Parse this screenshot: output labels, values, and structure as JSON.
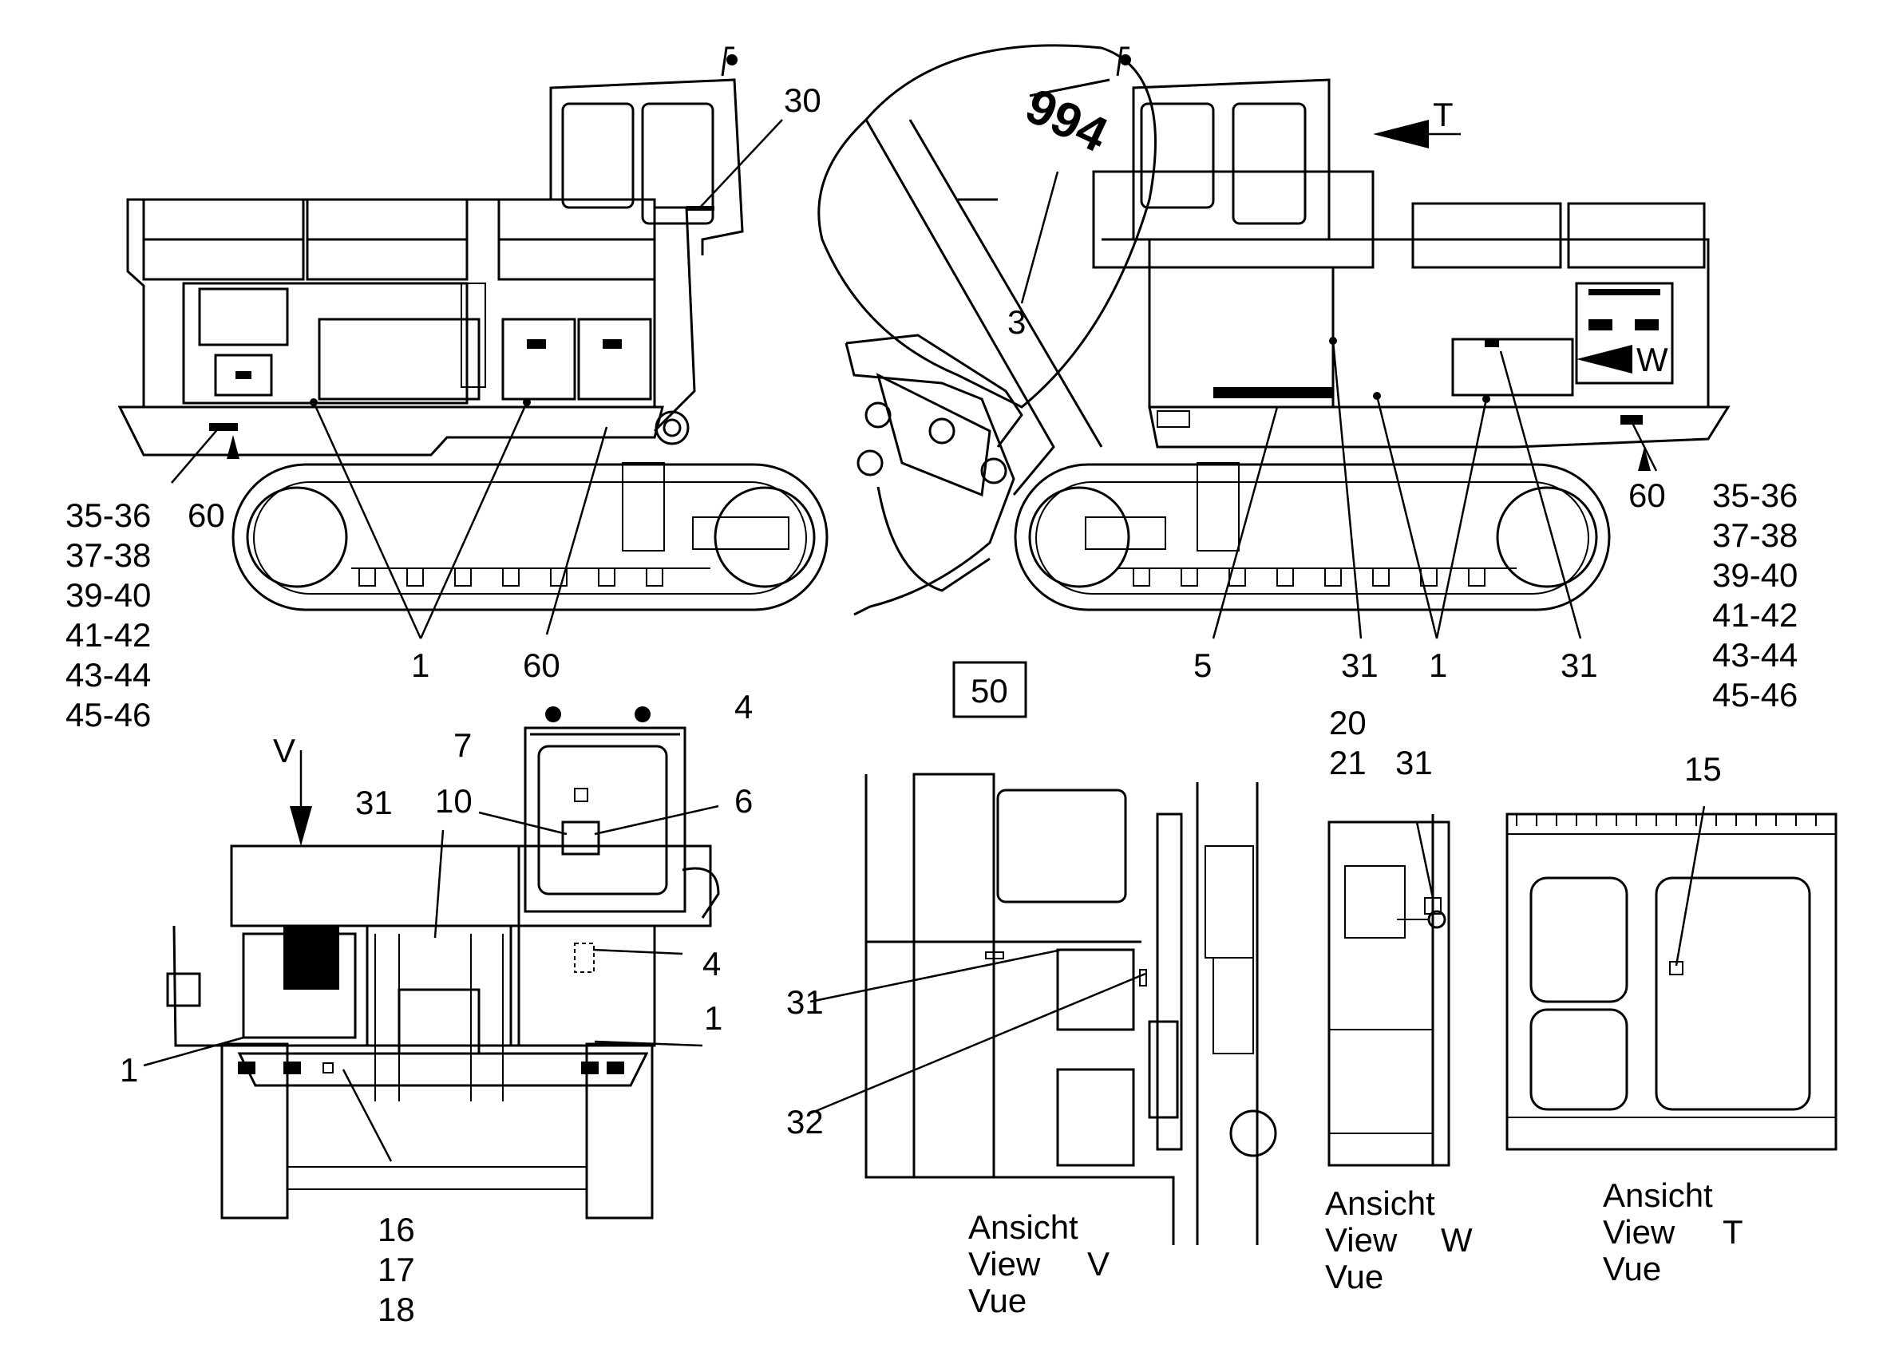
{
  "callouts": {
    "c30": "30",
    "c3": "3",
    "c1_left": "1",
    "c60_left_bottom": "60",
    "c60_left_top": "60",
    "c35_left": "35-36",
    "c37_left": "37-38",
    "c39_left": "39-40",
    "c41_left": "41-42",
    "c43_left": "43-44",
    "c45_left": "45-46",
    "c5": "5",
    "c31_right_a": "31",
    "c1_right": "1",
    "c31_right_b": "31",
    "c60_right": "60",
    "c35_right": "35-36",
    "c37_right": "37-38",
    "c39_right": "39-40",
    "c41_right": "41-42",
    "c43_right": "43-44",
    "c45_right": "45-46",
    "arrow_T": "T",
    "arrow_W": "W",
    "c50": "50",
    "arrow_V": "V",
    "c31_front": "31",
    "c7": "7",
    "c10": "10",
    "c4_top": "4",
    "c6": "6",
    "c4_bottom": "4",
    "c1_front_right": "1",
    "c1_front_left": "1",
    "c16": "16",
    "c17": "17",
    "c18": "18",
    "c31_viewV": "31",
    "c32": "32",
    "c20": "20",
    "c21": "21",
    "c31_viewW": "31",
    "c15": "15",
    "model_text": "994"
  },
  "views": {
    "V": {
      "line1": "Ansicht",
      "line2": "View",
      "letter": "V",
      "line3": "Vue"
    },
    "W": {
      "line1": "Ansicht",
      "line2": "View",
      "letter": "W",
      "line3": "Vue"
    },
    "T": {
      "line1": "Ansicht",
      "line2": "View",
      "letter": "T",
      "line3": "Vue"
    }
  }
}
